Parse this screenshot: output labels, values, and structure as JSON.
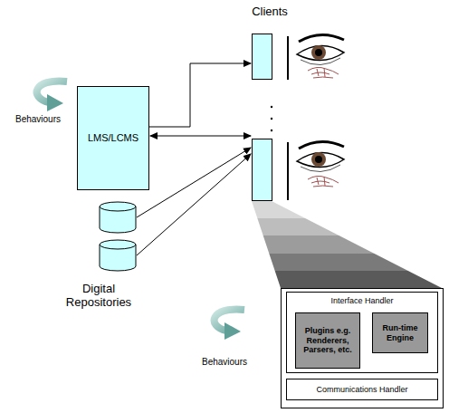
{
  "diagram": {
    "nodes": [
      {
        "text": [
          "LMS/LCMS"
        ]
      },
      {
        "text": [
          "Interface Handler"
        ]
      },
      {
        "text": [
          "Plugins e.g. Renderers, Parsers, etc."
        ],
        "in": 1
      },
      {
        "text": [
          "Run-time Engine"
        ],
        "in": 1
      },
      {
        "text": [
          "Communications Handler"
        ]
      }
    ],
    "labels": [
      "Clients",
      "Behaviours",
      "Digital Repositories",
      "Behaviours"
    ]
  }
}
